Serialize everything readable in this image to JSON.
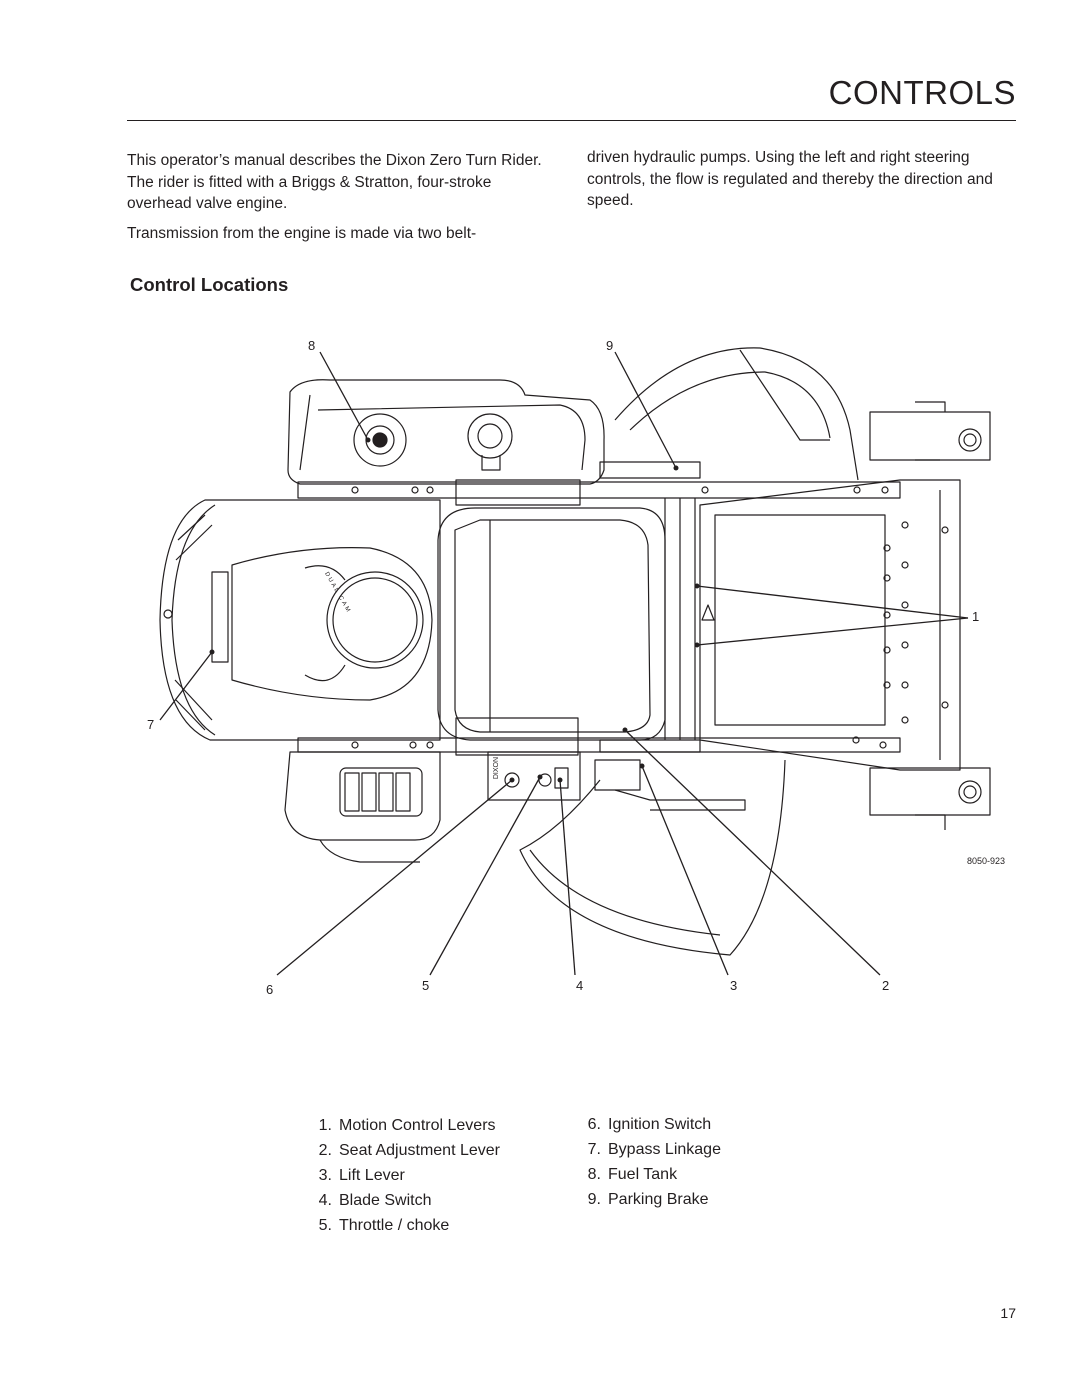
{
  "page": {
    "title": "CONTROLS",
    "intro_left": [
      "This operator’s manual describes the Dixon Zero Turn Rider. The rider is fitted with a Briggs & Stratton, four-stroke overhead valve engine.",
      "Transmission from the engine is made via two belt-"
    ],
    "intro_right": "driven hydraulic pumps. Using the left and right steering controls, the flow is regulated and thereby the direction and speed.",
    "section_heading": "Control Locations",
    "figure_code": "8050-923",
    "page_number": "17"
  },
  "diagram": {
    "callouts": [
      "1",
      "2",
      "3",
      "4",
      "5",
      "6",
      "7",
      "8",
      "9"
    ],
    "stamped_text": [
      "DIXON",
      "DUAL CAM"
    ]
  },
  "legend": {
    "left": [
      {
        "num": "1.",
        "label": "Motion Control Levers"
      },
      {
        "num": "2.",
        "label": "Seat Adjustment Lever"
      },
      {
        "num": "3.",
        "label": "Lift Lever"
      },
      {
        "num": "4.",
        "label": "Blade Switch"
      },
      {
        "num": "5.",
        "label": "Throttle / choke"
      }
    ],
    "right": [
      {
        "num": "6.",
        "label": "Ignition Switch"
      },
      {
        "num": "7.",
        "label": "Bypass Linkage"
      },
      {
        "num": "8.",
        "label": "Fuel Tank"
      },
      {
        "num": "9.",
        "label": "Parking Brake"
      }
    ]
  }
}
